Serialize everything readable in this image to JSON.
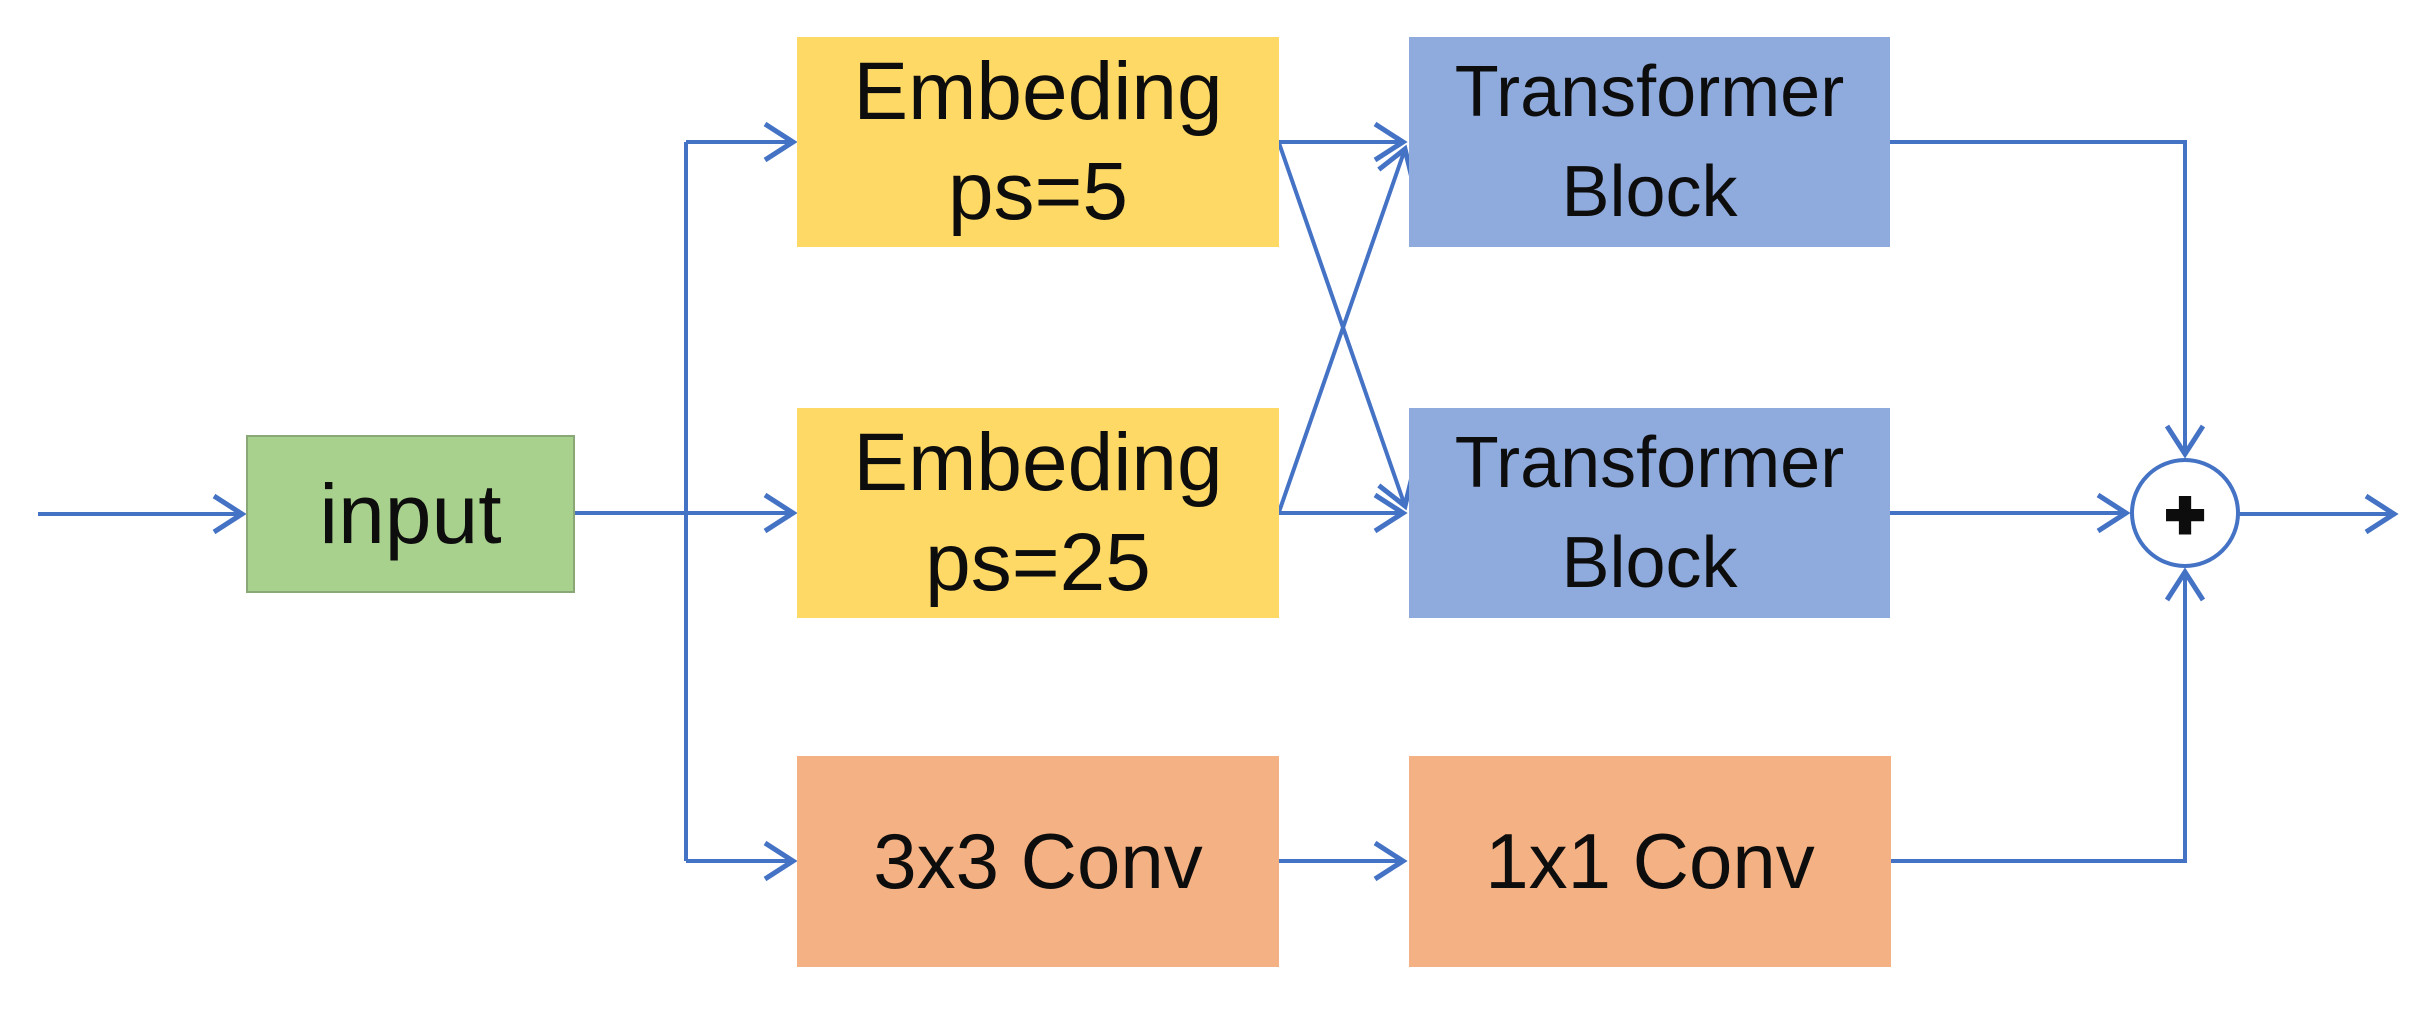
{
  "diagram": {
    "nodes": {
      "input": {
        "label": "input",
        "fill": "#a9d18e"
      },
      "embed5": {
        "line1": "Embeding",
        "line2": "ps=5",
        "fill": "#ffd966"
      },
      "embed25": {
        "line1": "Embeding",
        "line2": "ps=25",
        "fill": "#ffd966"
      },
      "tb1": {
        "line1": "Transformer",
        "line2": "Block",
        "fill": "#8faadc"
      },
      "tb2": {
        "line1": "Transformer",
        "line2": "Block",
        "fill": "#8faadc"
      },
      "conv33": {
        "label": "3x3 Conv",
        "fill": "#f4b183"
      },
      "conv11": {
        "label": "1x1 Conv",
        "fill": "#f4b183"
      }
    },
    "sum_node": {
      "symbol": "+"
    },
    "edges": [
      {
        "from": "source",
        "to": "input"
      },
      {
        "from": "input",
        "to": "embedding-ps5"
      },
      {
        "from": "input",
        "to": "embedding-ps25"
      },
      {
        "from": "input",
        "to": "conv-3x3"
      },
      {
        "from": "embedding-ps5",
        "to": "transformer-block-1"
      },
      {
        "from": "embedding-ps5",
        "to": "transformer-block-2"
      },
      {
        "from": "embedding-ps25",
        "to": "transformer-block-1"
      },
      {
        "from": "embedding-ps25",
        "to": "transformer-block-2"
      },
      {
        "from": "conv-3x3",
        "to": "conv-1x1"
      },
      {
        "from": "transformer-block-1",
        "to": "sum"
      },
      {
        "from": "transformer-block-2",
        "to": "sum"
      },
      {
        "from": "conv-1x1",
        "to": "sum"
      },
      {
        "from": "sum",
        "to": "output"
      }
    ],
    "colors": {
      "arrow": "#4472c4",
      "text": "#0d0d0d",
      "input_fill": "#a9d18e",
      "embedding_fill": "#ffd966",
      "transformer_fill": "#8faadc",
      "conv_fill": "#f4b183"
    }
  }
}
